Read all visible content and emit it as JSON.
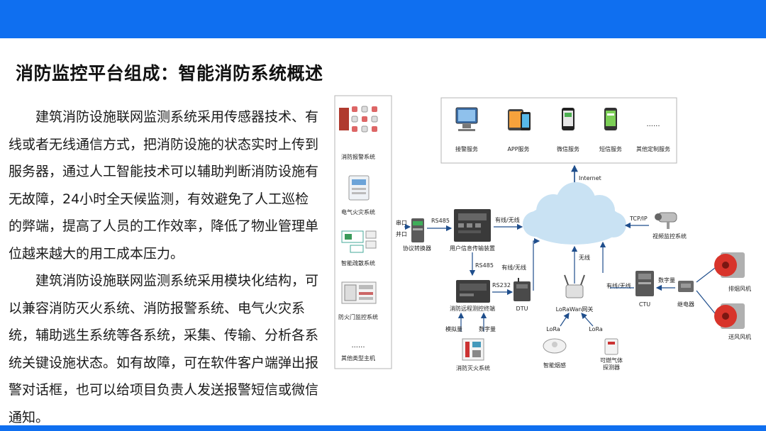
{
  "page": {
    "title": "消防监控平台组成：智能消防系统概述",
    "paragraphs": [
      "建筑消防设施联网监测系统采用传感器技术、有线或者无线通信方式，把消防设施的状态实时上传到服务器，通过人工智能技术可以辅助判断消防设施有无故障，24小时全天候监测，有效避免了人工巡检的弊端，提高了人员的工作效率，降低了物业管理单位越来越大的用工成本压力。",
      "建筑消防设施联网监测系统采用模块化结构，可以兼容消防灭火系统、消防报警系统、电气火灾系统，辅助逃生系统等各系统，采集、传输、分析各系统关键设施状态。如有故障，可在软件客户端弹出报警对话框，也可以给项目负责人发送报警短信或微信通知。"
    ]
  },
  "diagram": {
    "left_panel": [
      "消防报警系统",
      "电气火灾系统",
      "智能疏散系统",
      "防火门监控系统",
      "其他类型主机"
    ],
    "services": [
      "接警服务",
      "APP服务",
      "微信服务",
      "短信服务",
      "其他定制服务"
    ],
    "ellipsis": "......",
    "internet": "Internet",
    "serial_port": "串口",
    "parallel_port": "并口",
    "rs485_top": "RS485",
    "protocol_converter": "协议转换器",
    "user_device": "用户信息传输装置",
    "wired_wireless_1": "有线/无线",
    "tcp_ip": "TCP/IP",
    "video_system": "视频监控系统",
    "rs485_vertical": "RS485",
    "wired_wireless_2": "有线/无线",
    "wireless": "无线",
    "wired_wireless_3": "有线/无线",
    "digital_1": "数字量",
    "rs232": "RS232",
    "remote_terminal": "消防远程测控终端",
    "dtu": "DTU",
    "lorawan_gateway": "LoRaWan网关",
    "ctu": "CTU",
    "relay": "继电器",
    "exhaust_fan": "排烟风机",
    "supply_fan": "送风风机",
    "analog": "模拟量",
    "digital_2": "数字量",
    "lora_1": "LoRa",
    "lora_2": "LoRa",
    "fire_extinguish": "消防灭火系统",
    "smoke_detector": "智能烟感",
    "gas_detector_1": "可燃气体",
    "gas_detector_2": "探测器",
    "colors": {
      "accent": "#0f6ff0",
      "cloud": "#c9e2f3",
      "arrow": "#1f4e8c"
    }
  }
}
